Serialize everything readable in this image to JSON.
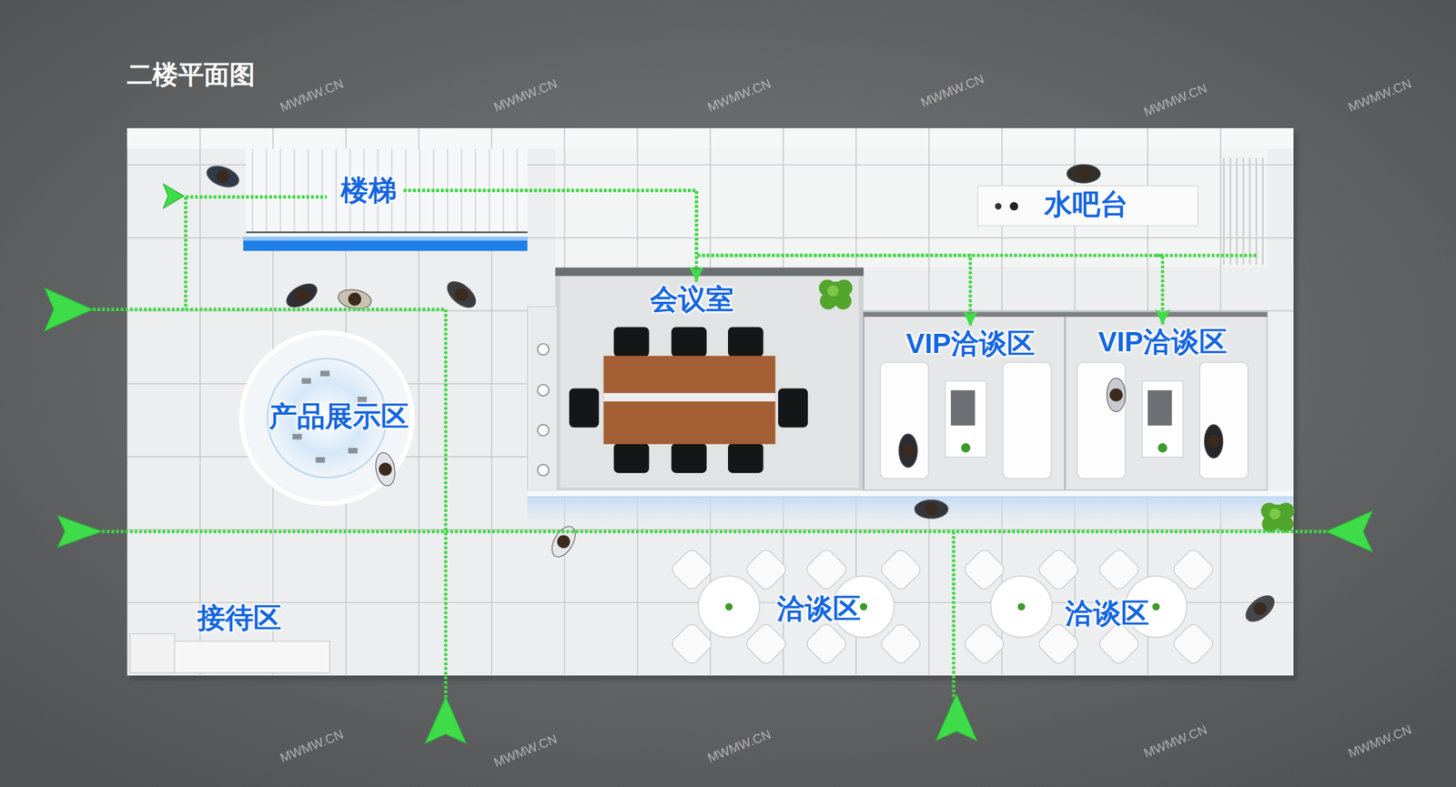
{
  "diagram": {
    "title": "二楼平面图",
    "nodes": [
      {
        "text": [
          "楼梯"
        ]
      },
      {
        "text": [
          "水吧台"
        ]
      },
      {
        "text": [
          "会议室"
        ]
      },
      {
        "text": [
          "VIP洽谈区"
        ]
      },
      {
        "text": [
          "VIP洽谈区"
        ]
      },
      {
        "text": [
          "产品展示区"
        ]
      },
      {
        "text": [
          "接待区"
        ]
      },
      {
        "text": [
          "洽谈区"
        ]
      },
      {
        "text": [
          "洽谈区"
        ]
      }
    ],
    "edges": [
      {
        "from": 0,
        "to": 2,
        "arrow": "to"
      },
      {
        "from": 0,
        "to": 3,
        "arrow": "to"
      },
      {
        "from": 0,
        "to": 4,
        "arrow": "to"
      }
    ],
    "labels": [
      "MWMW.CN",
      "MWMW.CN",
      "MWMW.CN",
      "MWMW.CN",
      "MWMW.CN",
      "MWMW.CN",
      "MWMW.CN",
      "MWMW.CN",
      "MWMW.CN",
      "MWMW.CN",
      "MWMW.CN"
    ]
  }
}
